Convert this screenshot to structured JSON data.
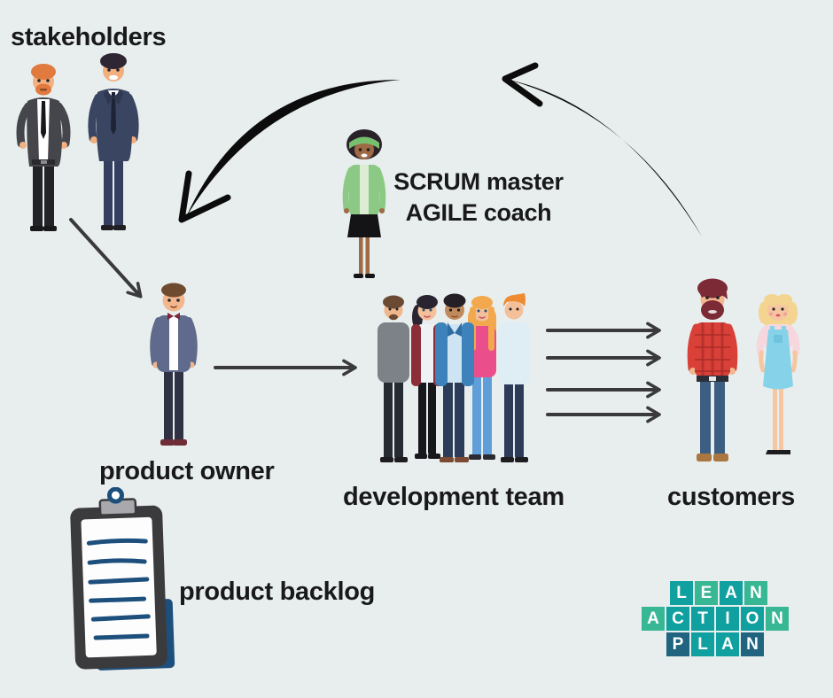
{
  "palette": {
    "background": "#e8eeed",
    "text": "#19191b",
    "arrow_black": "#0c0c0c",
    "arrow_gray": "#3a3a3c",
    "backlog_blue": "#1d4f7d",
    "logo_teal": "#10a0a0",
    "logo_green": "#38b794",
    "logo_dark": "#20647f"
  },
  "labels": {
    "stakeholders": "stakeholders",
    "scrum_master": "SCRUM master",
    "agile_coach": "AGILE coach",
    "product_owner": "product owner",
    "development_team": "development team",
    "customers": "customers",
    "product_backlog": "product backlog"
  },
  "logo": {
    "rows": [
      {
        "letters": [
          "L",
          "E",
          "A",
          "N"
        ]
      },
      {
        "letters": [
          "A",
          "C",
          "T",
          "I",
          "O",
          "N"
        ]
      },
      {
        "letters": [
          "P",
          "L",
          "A",
          "N"
        ]
      }
    ]
  },
  "flow": {
    "edges": [
      "stakeholders -> product owner",
      "product owner -> development team",
      "development team -> customers (4 parallel arrows)",
      "customers -> feedback arc (top right)",
      "feedback arc (top left) -> stakeholders"
    ]
  }
}
